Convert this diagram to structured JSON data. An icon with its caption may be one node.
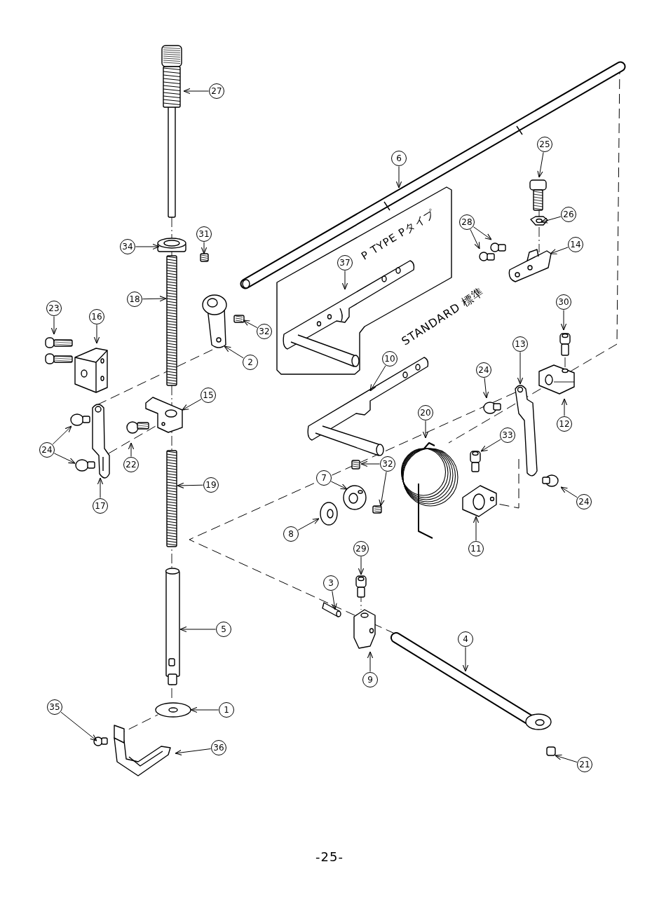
{
  "diagram": {
    "nodes": [
      {
        "text": [
          "27"
        ]
      },
      {
        "text": [
          "25"
        ]
      },
      {
        "text": [
          "6"
        ]
      },
      {
        "text": [
          "26"
        ]
      },
      {
        "text": [
          "28"
        ]
      },
      {
        "text": [
          "14"
        ]
      },
      {
        "text": [
          "P TYPE Pタイプ"
        ]
      },
      {
        "text": [
          "37"
        ],
        "in": 6
      },
      {
        "text": [
          "31"
        ]
      },
      {
        "text": [
          "34"
        ]
      },
      {
        "text": [
          "23"
        ]
      },
      {
        "text": [
          "16"
        ]
      },
      {
        "text": [
          "18"
        ]
      },
      {
        "text": [
          "30"
        ]
      },
      {
        "text": [
          "32"
        ]
      },
      {
        "text": [
          "2"
        ]
      },
      {
        "text": [
          "10"
        ]
      },
      {
        "text": [
          "13"
        ]
      },
      {
        "text": [
          "15"
        ]
      },
      {
        "text": [
          "24"
        ]
      },
      {
        "text": [
          "12"
        ]
      },
      {
        "text": [
          "20"
        ]
      },
      {
        "text": [
          "33"
        ]
      },
      {
        "text": [
          "22"
        ]
      },
      {
        "text": [
          "24"
        ]
      },
      {
        "text": [
          "7"
        ]
      },
      {
        "text": [
          "32"
        ]
      },
      {
        "text": [
          "19"
        ]
      },
      {
        "text": [
          "24"
        ]
      },
      {
        "text": [
          "17"
        ]
      },
      {
        "text": [
          "8"
        ]
      },
      {
        "text": [
          "11"
        ]
      },
      {
        "text": [
          "29"
        ]
      },
      {
        "text": [
          "3"
        ]
      },
      {
        "text": [
          "5"
        ]
      },
      {
        "text": [
          "4"
        ]
      },
      {
        "text": [
          "9"
        ]
      },
      {
        "text": [
          "1"
        ]
      },
      {
        "text": [
          "35"
        ]
      },
      {
        "text": [
          "36"
        ]
      },
      {
        "text": [
          "21"
        ]
      }
    ],
    "edges": [
      {
        "from": 0,
        "to": null,
        "arrow": "to"
      },
      {
        "from": 1,
        "to": null,
        "arrow": "to"
      },
      {
        "from": 2,
        "to": null,
        "arrow": "to"
      },
      {
        "from": 3,
        "to": null,
        "arrow": "to"
      },
      {
        "from": 4,
        "to": null,
        "arrow": "to"
      },
      {
        "from": 4,
        "to": null,
        "arrow": "to"
      },
      {
        "from": 5,
        "to": null,
        "arrow": "to"
      },
      {
        "from": 7,
        "to": null,
        "arrow": "to"
      },
      {
        "from": 8,
        "to": null,
        "arrow": "to"
      },
      {
        "from": 9,
        "to": null,
        "arrow": "to"
      },
      {
        "from": 10,
        "to": null,
        "arrow": "to"
      },
      {
        "from": 11,
        "to": null,
        "arrow": "to"
      },
      {
        "from": 12,
        "to": null,
        "arrow": "to"
      },
      {
        "from": 13,
        "to": null,
        "arrow": "to"
      },
      {
        "from": 14,
        "to": null,
        "arrow": "to"
      },
      {
        "from": 15,
        "to": null,
        "arrow": "to"
      },
      {
        "from": 16,
        "to": null,
        "arrow": "to"
      },
      {
        "from": 17,
        "to": null,
        "arrow": "to"
      },
      {
        "from": 18,
        "to": null,
        "arrow": "to"
      },
      {
        "from": 19,
        "to": null,
        "arrow": "to"
      },
      {
        "from": 20,
        "to": null,
        "arrow": "to"
      },
      {
        "from": 21,
        "to": null,
        "arrow": "to"
      },
      {
        "from": 22,
        "to": null,
        "arrow": "to"
      },
      {
        "from": 23,
        "to": null,
        "arrow": "to"
      },
      {
        "from": 24,
        "to": null,
        "arrow": "to"
      },
      {
        "from": 24,
        "to": null,
        "arrow": "to"
      },
      {
        "from": 25,
        "to": null,
        "arrow": "to"
      },
      {
        "from": 26,
        "to": null,
        "arrow": "to"
      },
      {
        "from": 26,
        "to": null,
        "arrow": "to"
      },
      {
        "from": 27,
        "to": null,
        "arrow": "to"
      },
      {
        "from": 28,
        "to": null,
        "arrow": "to"
      },
      {
        "from": 29,
        "to": null,
        "arrow": "to"
      },
      {
        "from": 30,
        "to": null,
        "arrow": "to"
      },
      {
        "from": 31,
        "to": null,
        "arrow": "to"
      },
      {
        "from": 32,
        "to": null,
        "arrow": "to"
      },
      {
        "from": 33,
        "to": null,
        "arrow": "to"
      },
      {
        "from": 34,
        "to": null,
        "arrow": "to"
      },
      {
        "from": 35,
        "to": null,
        "arrow": "to"
      },
      {
        "from": 36,
        "to": null,
        "arrow": "to"
      },
      {
        "from": 37,
        "to": null,
        "arrow": "to"
      },
      {
        "from": 38,
        "to": null,
        "arrow": "to"
      },
      {
        "from": 39,
        "to": null,
        "arrow": "to"
      },
      {
        "from": 40,
        "to": null,
        "arrow": "to"
      }
    ],
    "labels": [
      "STANDARD 標準",
      "-25-"
    ]
  }
}
